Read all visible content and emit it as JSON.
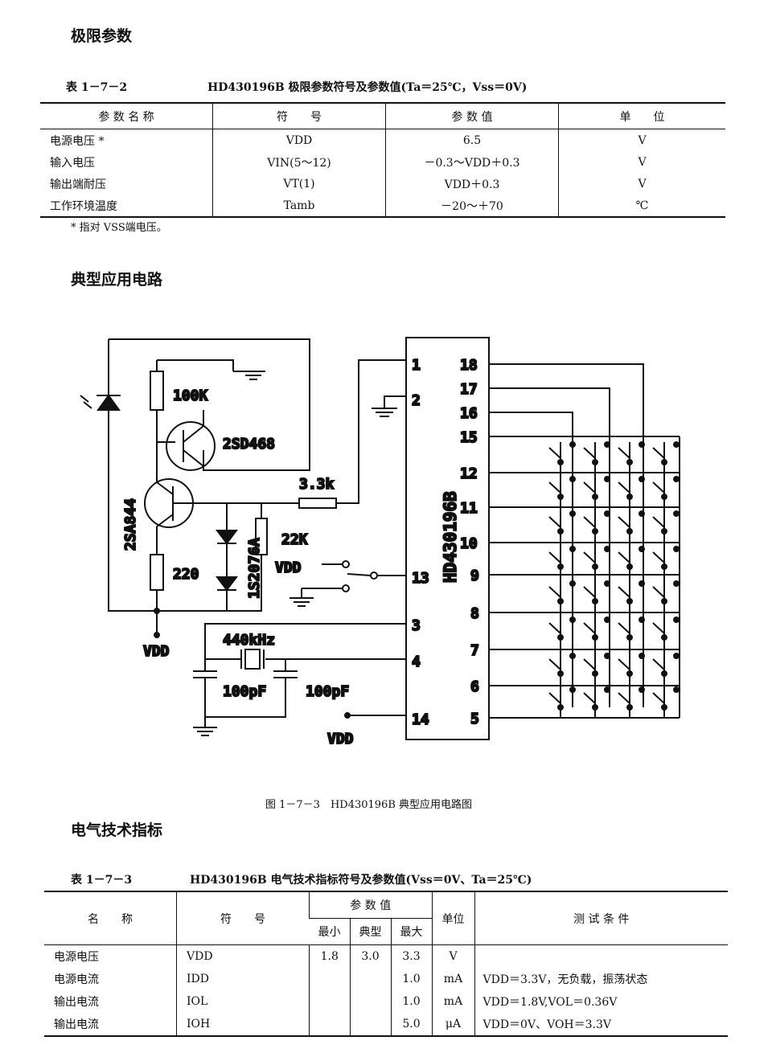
{
  "section1": {
    "heading": "极限参数"
  },
  "table1": {
    "number": "表 1－7－2",
    "caption": "HD430196B 极限参数符号及参数值(Ta＝25℃，Vss＝0V)",
    "headers": [
      "参 数 名 称",
      "符　　号",
      "参 数 值",
      "单　　位"
    ],
    "rows": [
      [
        "电源电压 *",
        "VDD",
        "6.5",
        "V"
      ],
      [
        "输入电压",
        "VIN(5～12)",
        "－0.3～VDD＋0.3",
        "V"
      ],
      [
        "输出端耐压",
        "VT(1)",
        "VDD＋0.3",
        "V"
      ],
      [
        "工作环境温度",
        "Tamb",
        "－20～＋70",
        "℃"
      ]
    ],
    "note": "* 指对 VSS端电压。"
  },
  "section2": {
    "heading": "典型应用电路"
  },
  "circuit": {
    "ic_name": "HD430196B",
    "labels": {
      "r1": "100K",
      "q1": "2SD468",
      "q2": "2SA844",
      "r2": "3.3k",
      "r3": "22K",
      "r4": "220",
      "diode": "1S2076A",
      "vdd_switch": "VDD",
      "vdd_bottom": "VDD",
      "vdd_pin14": "VDD",
      "crystal": "440kHz",
      "c1": "100pF",
      "c2": "100pF"
    },
    "left_pins": [
      "1",
      "2",
      "13",
      "3",
      "4",
      "14"
    ],
    "right_pins": [
      "18",
      "17",
      "16",
      "15",
      "12",
      "11",
      "10",
      "9",
      "8",
      "7",
      "6",
      "5"
    ],
    "figure_caption": "图 1－7－3　HD430196B 典型应用电路图"
  },
  "section3": {
    "heading": "电气技术指标"
  },
  "table2": {
    "number": "表 1－7－3",
    "caption": "HD430196B 电气技术指标符号及参数值(Vss＝0V、Ta＝25℃)",
    "headers": {
      "name": "名　　称",
      "symbol": "符　　号",
      "value_group": "参 数 值",
      "min": "最小",
      "typ": "典型",
      "max": "最大",
      "unit": "单位",
      "condition": "测 试 条 件"
    },
    "rows": [
      {
        "name": "电源电压",
        "symbol": "VDD",
        "min": "1.8",
        "typ": "3.0",
        "max": "3.3",
        "unit": "V",
        "condition": ""
      },
      {
        "name": "电源电流",
        "symbol": "IDD",
        "min": "",
        "typ": "",
        "max": "1.0",
        "unit": "mA",
        "condition": "VDD＝3.3V，无负载，振荡状态"
      },
      {
        "name": "输出电流",
        "symbol": "IOL",
        "min": "",
        "typ": "",
        "max": "1.0",
        "unit": "mA",
        "condition": "VDD＝1.8V,VOL＝0.36V"
      },
      {
        "name": "输出电流",
        "symbol": "IOH",
        "min": "",
        "typ": "",
        "max": "5.0",
        "unit": "μA",
        "condition": "VDD＝0V、VOH＝3.3V"
      }
    ]
  }
}
